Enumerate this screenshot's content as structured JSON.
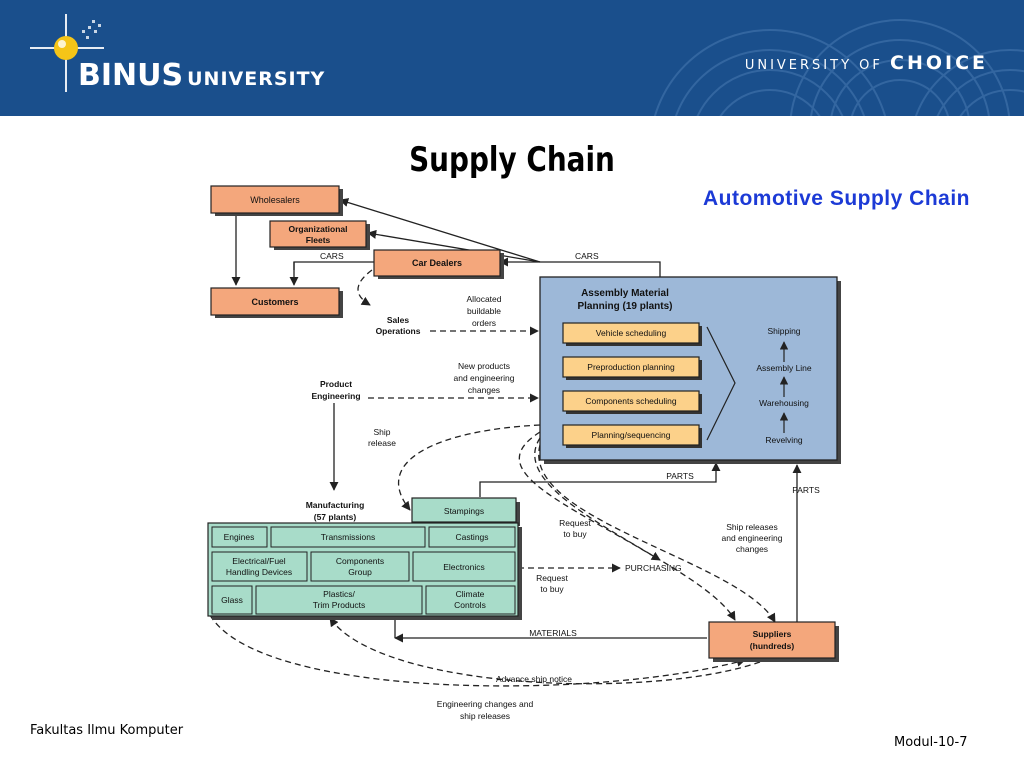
{
  "header": {
    "logo_name": "BINUS",
    "logo_suffix": "UNIVERSITY",
    "tagline_prefix": "UNIVERSITY OF",
    "tagline_emph": "CHOICE",
    "bg_color": "#1a4f8c"
  },
  "title": "Supply Chain",
  "subtitle": "Automotive Supply Chain",
  "diagram": {
    "wholesalers": "Wholesalers",
    "org_fleets_1": "Organizational",
    "org_fleets_2": "Fleets",
    "car_dealers": "Car Dealers",
    "customers": "Customers",
    "cars_left": "CARS",
    "cars_right": "CARS",
    "sales_ops_1": "Sales",
    "sales_ops_2": "Operations",
    "allocated_1": "Allocated",
    "allocated_2": "buildable",
    "allocated_3": "orders",
    "newprod_1": "New products",
    "newprod_2": "and engineering",
    "newprod_3": "changes",
    "prod_eng_1": "Product",
    "prod_eng_2": "Engineering",
    "ship_release_1": "Ship",
    "ship_release_2": "release",
    "amp_title_1": "Assembly Material",
    "amp_title_2": "Planning (19 plants)",
    "amp_items": [
      "Vehicle scheduling",
      "Preproduction planning",
      "Components scheduling",
      "Planning/sequencing"
    ],
    "flow_items": [
      "Shipping",
      "Assembly Line",
      "Warehousing",
      "Revelving"
    ],
    "parts_top": "PARTS",
    "parts_right": "PARTS",
    "mfg_1": "Manufacturing",
    "mfg_2": "(57 plants)",
    "stampings": "Stampings",
    "engines": "Engines",
    "transmissions": "Transmissions",
    "castings": "Castings",
    "elec_fuel_1": "Electrical/Fuel",
    "elec_fuel_2": "Handling Devices",
    "components_1": "Components",
    "components_2": "Group",
    "electronics": "Electronics",
    "glass": "Glass",
    "plastics_1": "Plastics/",
    "plastics_2": "Trim Products",
    "climate_1": "Climate",
    "climate_2": "Controls",
    "request_buy_top_1": "Request",
    "request_buy_top_2": "to buy",
    "request_buy_bot_1": "Request",
    "request_buy_bot_2": "to buy",
    "purchasing": "PURCHASING",
    "ship_releases_1": "Ship releases",
    "ship_releases_2": "and engineering",
    "ship_releases_3": "changes",
    "suppliers_1": "Suppliers",
    "suppliers_2": "(hundreds)",
    "materials": "MATERIALS",
    "advance_ship": "Advance ship notice",
    "eng_changes_1": "Engineering changes and",
    "eng_changes_2": "ship releases",
    "orange": "#f4a77c",
    "panel_blue": "#9db8d8",
    "yellow": "#fcd18a",
    "teal": "#a8dcc9"
  },
  "footer": {
    "left": "Fakultas Ilmu Komputer",
    "right": "Modul-10-7"
  }
}
